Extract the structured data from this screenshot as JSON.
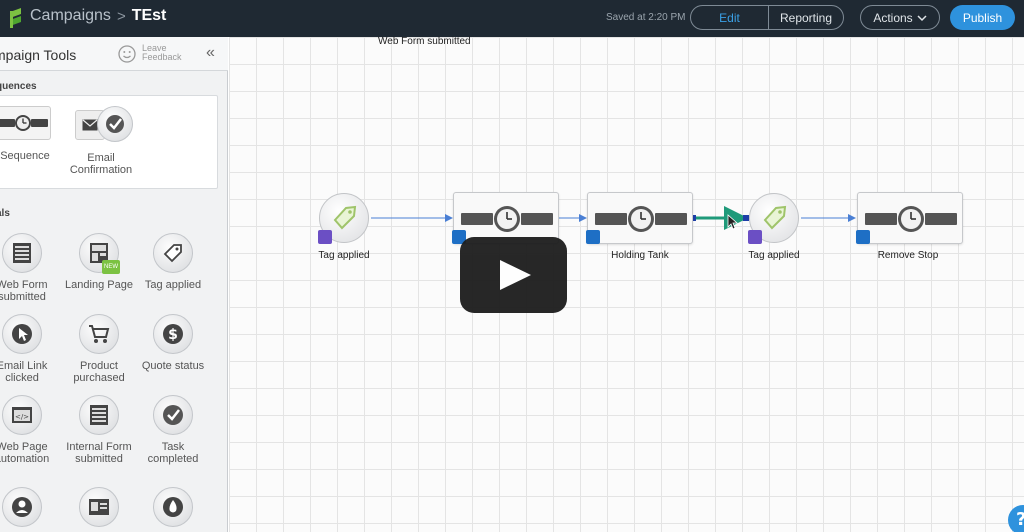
{
  "topbar": {
    "breadcrumb_parent": "Campaigns",
    "breadcrumb_separator": ">",
    "breadcrumb_current": "TEst",
    "saved_status": "Saved at 2:20 PM",
    "tab_edit": "Edit",
    "tab_reporting": "Reporting",
    "actions_label": "Actions",
    "publish_label": "Publish"
  },
  "sidebar": {
    "title": "mpaign Tools",
    "feedback_line1": "Leave",
    "feedback_line2": "Feedback",
    "collapse_glyph": "«",
    "sections": {
      "sequences_label": "quences",
      "goals_label": "als"
    },
    "sequences": [
      {
        "label": "Sequence",
        "icon": "sequence-icon"
      },
      {
        "label": "Email Confirmation",
        "icon": "email-confirmation-icon"
      }
    ],
    "goals": [
      {
        "label": "Web Form submitted",
        "icon": "web-form-icon"
      },
      {
        "label": "Landing Page",
        "icon": "landing-page-icon",
        "badge": "NEW"
      },
      {
        "label": "Tag applied",
        "icon": "tag-icon"
      },
      {
        "label": "Email Link clicked",
        "icon": "cursor-icon"
      },
      {
        "label": "Product purchased",
        "icon": "cart-icon"
      },
      {
        "label": "Quote status",
        "icon": "dollar-icon"
      },
      {
        "label": "Web Page automation",
        "icon": "code-icon"
      },
      {
        "label": "Internal Form submitted",
        "icon": "form-icon"
      },
      {
        "label": "Task completed",
        "icon": "check-icon"
      },
      {
        "label": "",
        "icon": "person-icon"
      },
      {
        "label": "",
        "icon": "id-card-icon"
      },
      {
        "label": "",
        "icon": "flame-icon"
      }
    ]
  },
  "canvas": {
    "top_label": "Web Form submitted",
    "nodes": [
      {
        "type": "goal",
        "label": "Tag applied"
      },
      {
        "type": "sequence",
        "label": ""
      },
      {
        "type": "sequence",
        "label": "Holding Tank"
      },
      {
        "type": "goal",
        "label": "Tag applied"
      },
      {
        "type": "sequence",
        "label": "Remove Stop"
      }
    ]
  },
  "colors": {
    "topbar_bg": "#1f2933",
    "accent_blue": "#2e92dd",
    "badge_blue": "#1e6fc5",
    "badge_purple": "#6b4fc4",
    "connector_blue": "#4a7fd4",
    "connector_green": "#1f9a7a"
  }
}
